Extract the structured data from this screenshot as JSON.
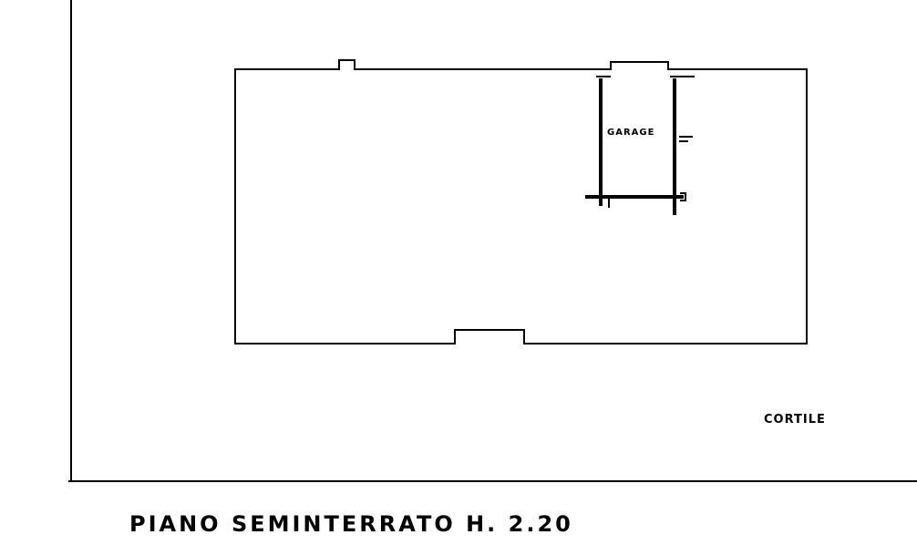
{
  "plan": {
    "rooms": [
      {
        "label": "GARAGE"
      }
    ],
    "outdoor_label": "CORTILE",
    "title": "PIANO SEMINTERRATO  H. 2.20"
  }
}
